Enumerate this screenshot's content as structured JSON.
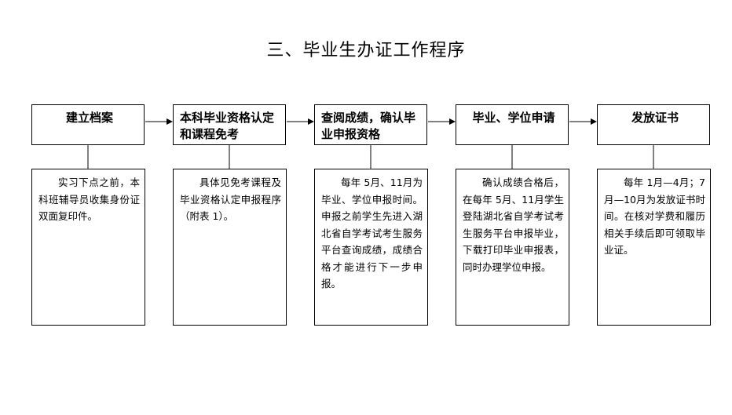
{
  "title": "三、毕业生办证工作程序",
  "steps": [
    {
      "label": "建立档案",
      "description": "实习下点之前，本科班辅导员收集身份证双面复印件。"
    },
    {
      "label": "本科毕业资格认定和课程免考",
      "description": "具体见免考课程及毕业资格认定申报程序（附表 1）。"
    },
    {
      "label": "查阅成绩，确认毕业申报资格",
      "description": "每年 5月、11月为毕业、学位申报时间。申报之前学生先进入湖北省自学考试考生服务平台查询成绩，成绩合格才能进行下一步申报。"
    },
    {
      "label": "毕业、学位申请",
      "description": "确认成绩合格后，在每年 5月、11月学生登陆湖北省自学考试考生服务平台申报毕业，下载打印毕业申报表，同时办理学位申报。"
    },
    {
      "label": "发放证书",
      "description": "每年 1月—4月；7月—10月为发放证书时间。在核对学费和履历相关手续后即可领取毕业证。"
    }
  ]
}
